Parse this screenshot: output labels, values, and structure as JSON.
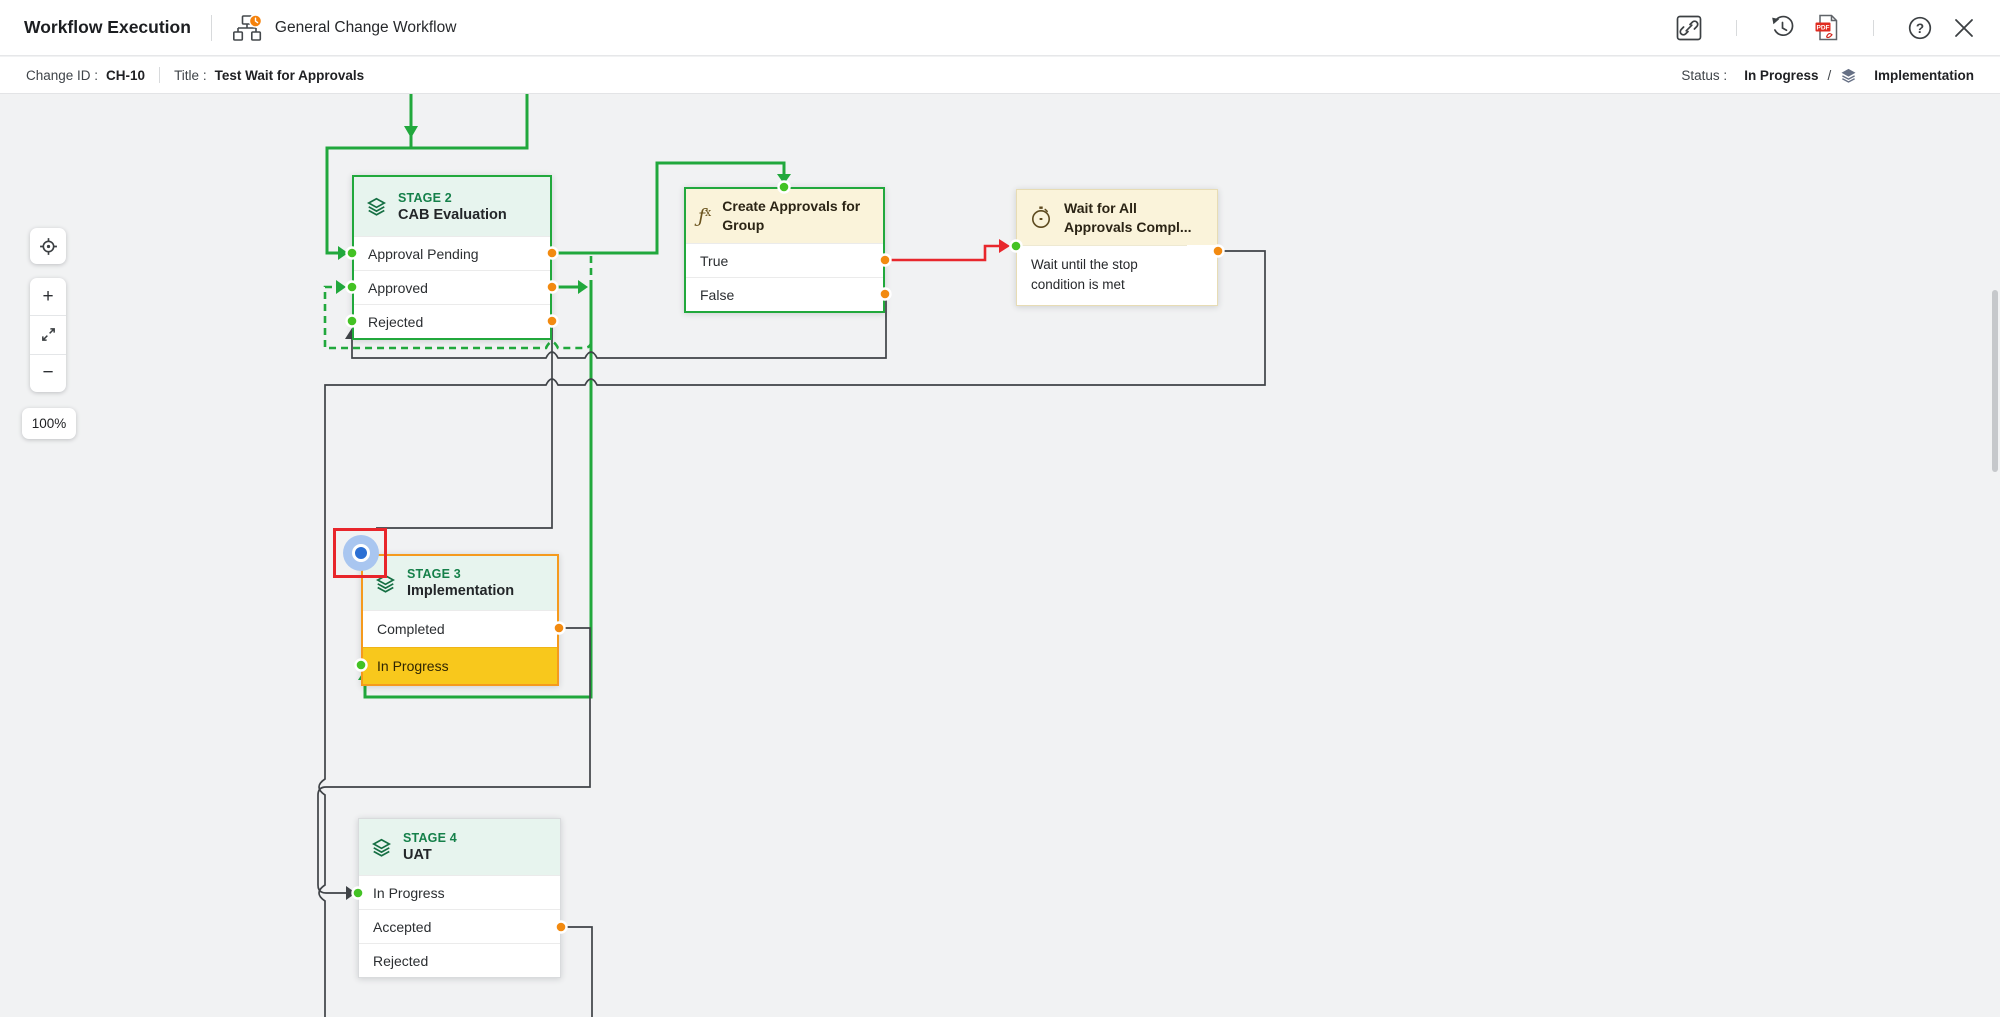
{
  "header": {
    "app_title": "Workflow Execution",
    "workflow_name": "General Change Workflow"
  },
  "toolbar": {
    "pdf_label": "PDF",
    "help_glyph": "?"
  },
  "infobar": {
    "change_id_label": "Change ID :",
    "change_id": "CH-10",
    "title_label": "Title :",
    "title_value": "Test Wait for Approvals",
    "status_label": "Status :",
    "status_value": "In Progress",
    "status_divider": "/",
    "current_stage": "Implementation"
  },
  "zoom_controls": {
    "zoom_in": "+",
    "zoom_out": "−",
    "zoom_level": "100%"
  },
  "canvas": {
    "stage2": {
      "stage_label": "STAGE 2",
      "name": "CAB Evaluation",
      "rows": [
        "Approval Pending",
        "Approved",
        "Rejected"
      ]
    },
    "create_approvals": {
      "title": "Create Approvals for Group",
      "rows": [
        "True",
        "False"
      ]
    },
    "wait_node": {
      "title": "Wait for All Approvals Compl...",
      "description": "Wait until the stop condition is met"
    },
    "stage3": {
      "stage_label": "STAGE 3",
      "name": "Implementation",
      "rows": [
        "Completed",
        "In Progress"
      ],
      "active_row": "In Progress"
    },
    "stage4": {
      "stage_label": "STAGE 4",
      "name": "UAT",
      "rows": [
        "In Progress",
        "Accepted",
        "Rejected"
      ]
    },
    "colors": {
      "executed_path": "#21a83c",
      "pending_path": "#3f4347",
      "active_transition": "#e8272c",
      "out_port": "#f28a10",
      "in_port": "#43c224",
      "active_row_bg": "#f8c81c",
      "current_stage_border": "#f59a1d",
      "stage_header_bg": "#e7f4ee",
      "function_header_bg": "#faf3da",
      "canvas_bg": "#f1f2f3",
      "marker_blue": "#2b6fd4",
      "marker_box_red": "#e8272c"
    }
  }
}
